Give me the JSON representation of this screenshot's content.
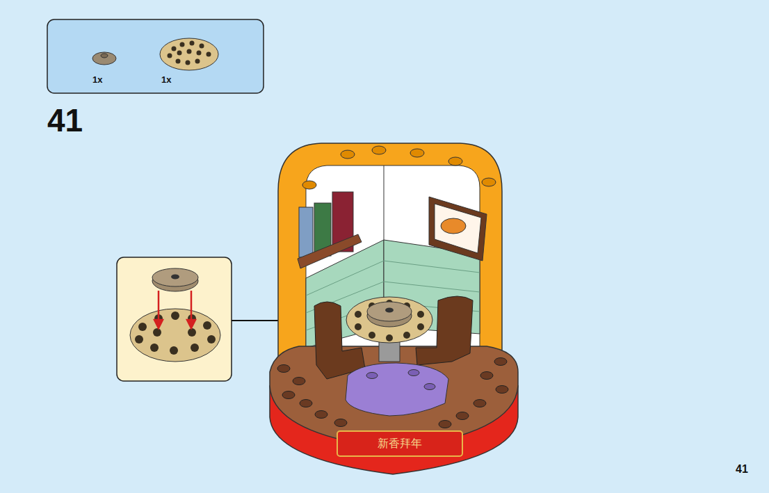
{
  "diagram": {
    "labels": [
      "1x",
      "1x",
      "41",
      "新香拜年",
      "41"
    ]
  }
}
